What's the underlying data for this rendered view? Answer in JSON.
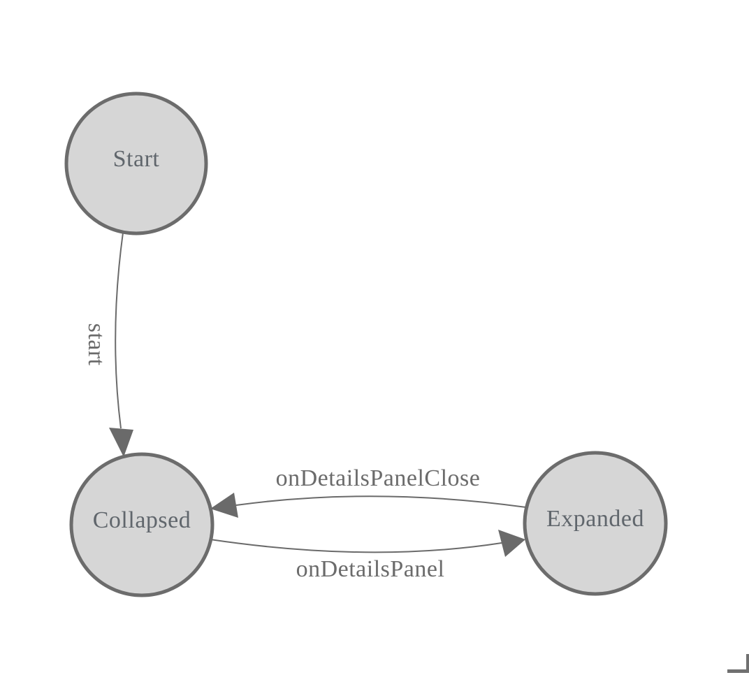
{
  "diagram": {
    "type": "state-machine",
    "nodes": [
      {
        "id": "start",
        "label": "Start"
      },
      {
        "id": "collapsed",
        "label": "Collapsed"
      },
      {
        "id": "expanded",
        "label": "Expanded"
      }
    ],
    "edges": [
      {
        "from": "Start",
        "to": "Collapsed",
        "label": "start"
      },
      {
        "from": "Expanded",
        "to": "Collapsed",
        "label": "onDetailsPanelClose"
      },
      {
        "from": "Collapsed",
        "to": "Expanded",
        "label": "onDetailsPanel"
      }
    ]
  },
  "colors": {
    "background": "#ffffff",
    "node_fill": "#d6d6d6",
    "node_stroke": "#6c6c6c",
    "edge": "#6a6a6a",
    "node_text": "#60666c",
    "edge_text": "#6b6b6b",
    "corner": "#707070"
  }
}
